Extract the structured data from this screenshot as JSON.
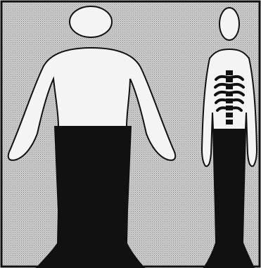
{
  "figure": {
    "colors": {
      "background": "#cfcfcf",
      "stipple": "#8a8a8a",
      "outline": "#111111",
      "body_fill": "#f4f4f4",
      "lower_fill": "#111111"
    },
    "figures": [
      {
        "kind": "wide-figure",
        "features": [
          "head",
          "torso",
          "arms",
          "dark-lower-body"
        ]
      },
      {
        "kind": "narrow-figure",
        "features": [
          "head",
          "torso",
          "arms",
          "ribcage",
          "spine",
          "dark-lower-body"
        ]
      }
    ]
  }
}
